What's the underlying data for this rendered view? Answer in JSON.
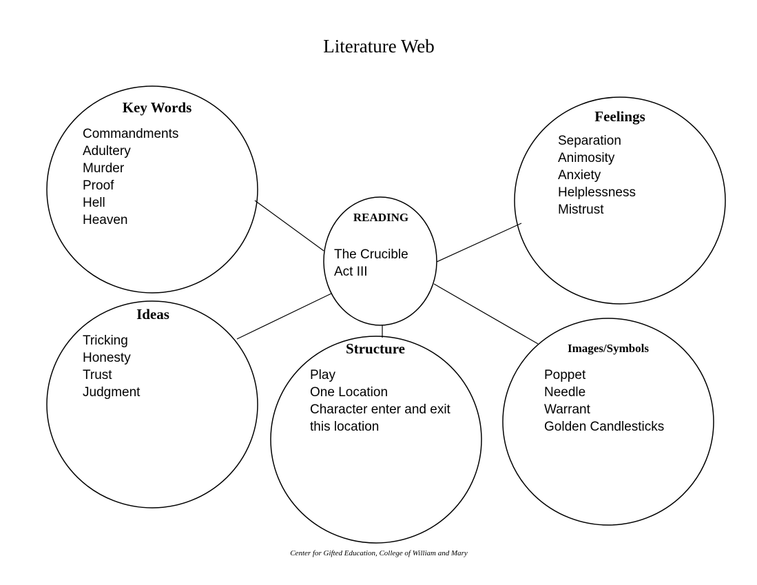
{
  "title": "Literature Web",
  "center": {
    "heading": "READING",
    "items": [
      "The Crucible",
      "Act III"
    ]
  },
  "nodes": {
    "key_words": {
      "heading": "Key Words",
      "items": [
        "Commandments",
        "Adultery",
        "Murder",
        "Proof",
        "Hell",
        "Heaven"
      ]
    },
    "feelings": {
      "heading": "Feelings",
      "items": [
        "Separation",
        "Animosity",
        "Anxiety",
        "Helplessness",
        "Mistrust"
      ]
    },
    "ideas": {
      "heading": "Ideas",
      "items": [
        "Tricking",
        "Honesty",
        "Trust",
        "Judgment"
      ]
    },
    "structure": {
      "heading": "Structure",
      "items": [
        "Play",
        "One Location",
        "Character enter and exit",
        "this location"
      ]
    },
    "images_symbols": {
      "heading": "Images/Symbols",
      "items": [
        "Poppet",
        "Needle",
        "Warrant",
        "Golden Candlesticks"
      ]
    }
  },
  "footer": "Center for Gifted Education, College of William and Mary"
}
